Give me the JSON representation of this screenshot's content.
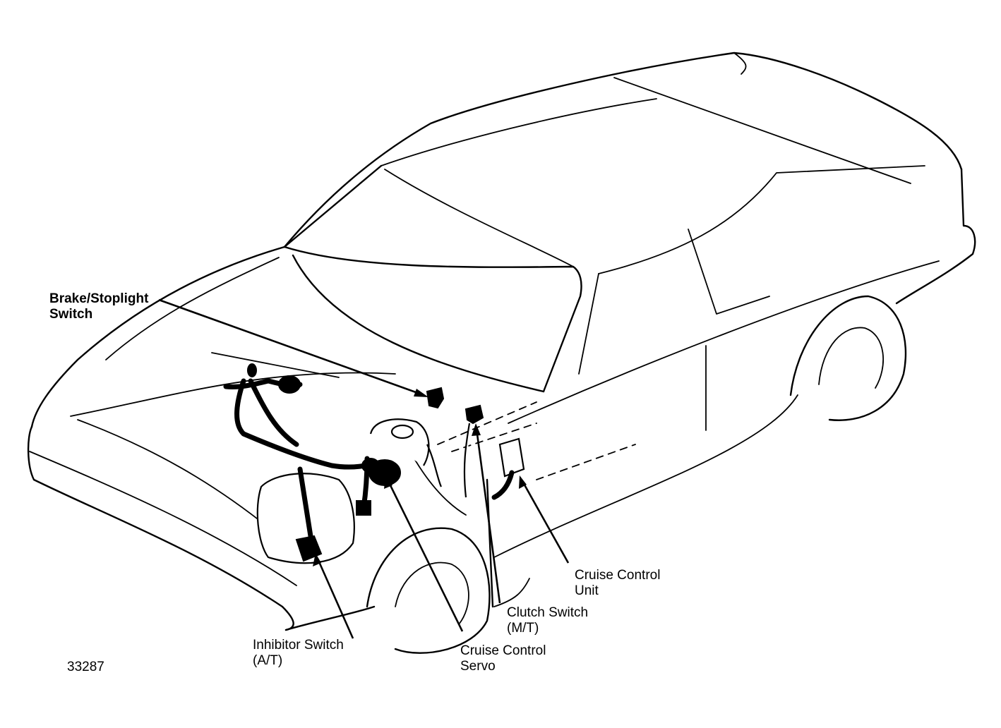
{
  "figure_number": "33287",
  "callouts": {
    "brake_stoplight_switch": [
      "Brake/Stoplight",
      "Switch"
    ],
    "inhibitor_switch": [
      "Inhibitor Switch",
      "(A/T)"
    ],
    "cruise_control_servo": [
      "Cruise Control",
      "Servo"
    ],
    "clutch_switch": [
      "Clutch Switch",
      "(M/T)"
    ],
    "cruise_control_unit": [
      "Cruise Control",
      "Unit"
    ]
  }
}
